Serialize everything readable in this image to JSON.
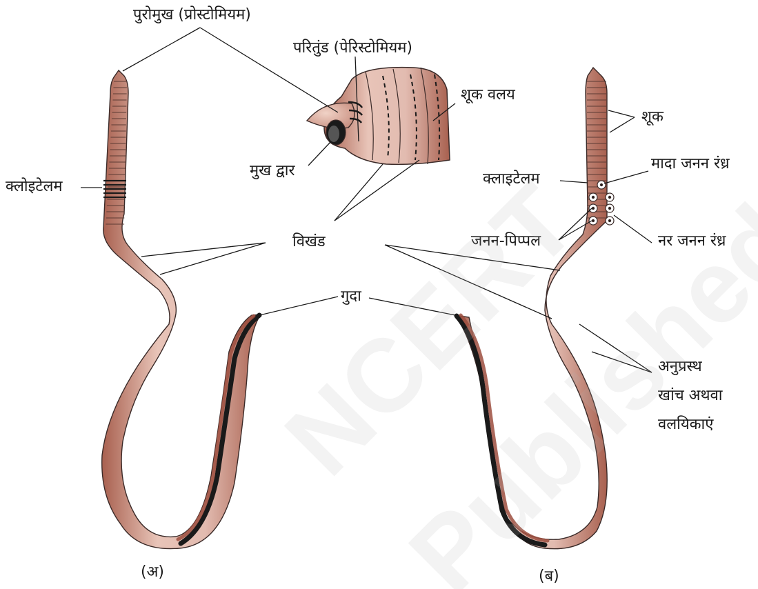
{
  "labels": {
    "prostomium": "पुरोमुख (प्रोस्टोमियम)",
    "peristomium": "परितुंड (पेरिस्टोमियम)",
    "setal_ring": "शूक वलय",
    "mouth": "मुख द्वार",
    "clitellum_left": "क्लोइटेलम",
    "segments": "विखंड",
    "anus": "गुदा",
    "setae": "शूक",
    "clitellum_right": "क्लाइटेलम",
    "female_pore": "मादा जनन रंध्र",
    "genital_papillae": "जनन-पिप्पल",
    "male_pore": "नर जनन रंध्र",
    "annuli_line1": "अनुप्रस्थ",
    "annuli_line2": "खांच अथवा",
    "annuli_line3": "वलयिकाएं",
    "caption_a": "(अ)",
    "caption_b": "(ब)"
  },
  "watermark": {
    "line1": "NCERT",
    "line2": "Published"
  },
  "colors": {
    "segment_fill": "#e2bbb0",
    "segment_dark": "#a8604f",
    "outline": "#3a2a28",
    "clitellum_ring": "#1a1a1a",
    "ventral_band": "#9c4e3e"
  }
}
